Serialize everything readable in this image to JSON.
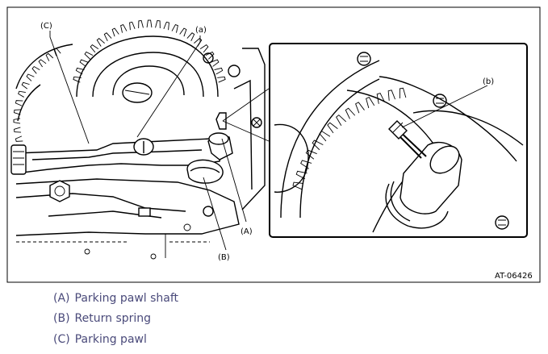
{
  "figure": {
    "callouts": {
      "a_small": "(a)",
      "b_small": "(b)",
      "A": "(A)",
      "B": "(B)",
      "C": "(C)"
    },
    "code": "AT-06426"
  },
  "legend": [
    {
      "key": "(A)",
      "text": "Parking pawl shaft"
    },
    {
      "key": "(B)",
      "text": "Return spring"
    },
    {
      "key": "(C)",
      "text": "Parking pawl"
    }
  ],
  "colors": {
    "legend_text": "#4a4a7a",
    "line": "#000000",
    "frame": "#000000"
  }
}
